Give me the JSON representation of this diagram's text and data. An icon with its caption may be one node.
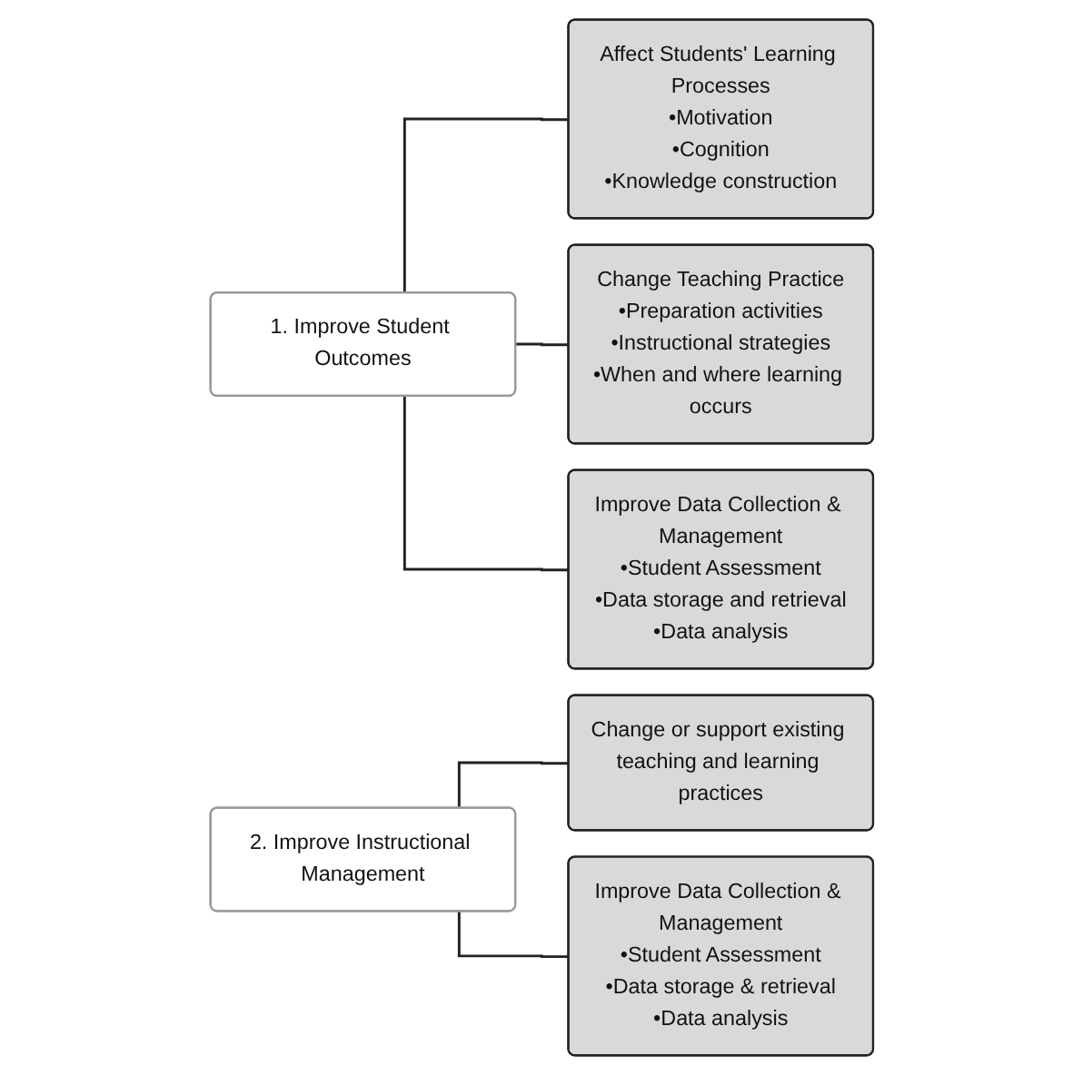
{
  "diagram": {
    "nodes": [
      {
        "text": [
          "1. Improve Student Outcomes"
        ]
      },
      {
        "text": [
          "Affect Students' Learning Processes",
          "•Motivation",
          "•Cognition",
          "•Knowledge construction"
        ]
      },
      {
        "text": [
          "Change Teaching Practice",
          "•Preparation activities",
          "•Instructional strategies",
          "•When and where learning occurs"
        ]
      },
      {
        "text": [
          "Improve Data Collection & Management",
          "•Student Assessment",
          "•Data storage and retrieval",
          "•Data analysis"
        ]
      },
      {
        "text": [
          "2. Improve Instructional Management"
        ]
      },
      {
        "text": [
          "Change or support existing teaching and learning practices"
        ]
      },
      {
        "text": [
          "Improve Data Collection & Management",
          "•Student Assessment",
          "•Data storage & retrieval",
          "•Data analysis"
        ]
      }
    ],
    "edges": [
      {
        "from": 0,
        "to": 1,
        "arrow": "none"
      },
      {
        "from": 0,
        "to": 2,
        "arrow": "none"
      },
      {
        "from": 0,
        "to": 3,
        "arrow": "none"
      },
      {
        "from": 4,
        "to": 5,
        "arrow": "none"
      },
      {
        "from": 4,
        "to": 6,
        "arrow": "none"
      }
    ]
  }
}
